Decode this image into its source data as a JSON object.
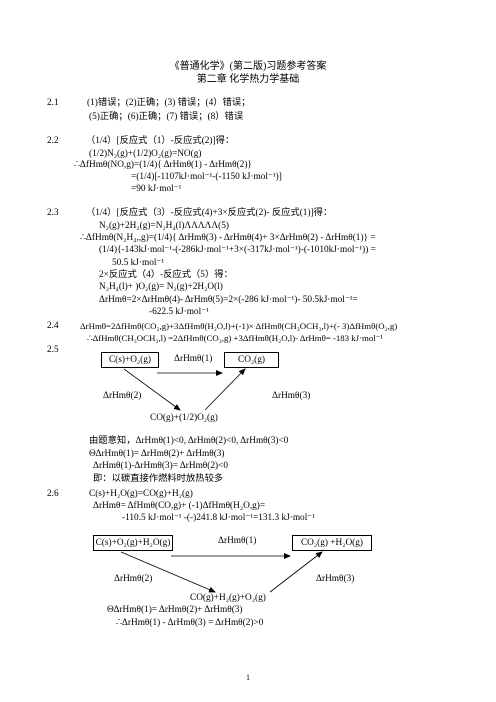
{
  "header": {
    "title": "《普通化学》(第二版)习题参考答案",
    "subtitle": "第二章    化学热力学基础"
  },
  "p21": {
    "num": "2.1",
    "l1": "(1)错误；(2)正确；(3) 错误；(4）错误；",
    "l2": "(5)正确；(6)正确；(7) 错误；(8）错误"
  },
  "p22": {
    "num": "2.2",
    "l1": "（1/4）[反应式（1）-反应式(2)]得：",
    "l2": "(1/2)N₂(g)+(1/2)O₂(g)=NO(g)",
    "l3": "∴ΔfHmθ(NO,g)=(1/4){ ΔrHmθ(1) - ΔrHmθ(2)}",
    "l4": "=(1/4)[-1107kJ·mol⁻¹-(-1150 kJ·mol⁻¹)]",
    "l5": "=90 kJ·mol⁻¹"
  },
  "p23": {
    "num": "2.3",
    "l1": "（1/4）[反应式（3）-反应式(4)+3×反应式(2)- 反应式(1)]得：",
    "l2": "N₂(g)+2H₂(g)=N₂H₄(l)ΛΛΛΛΛ(5)",
    "l3": "∴ΔfHmθ(N₂H₄,,g)=(1/4){ ΔrHmθ(3) - ΔrHmθ(4)+ 3×ΔrHmθ(2) - ΔrHmθ(1)} =",
    "l4": "(1/4){-143kJ·mol⁻¹-(-286kJ·mol⁻¹+3×(-317kJ·mol⁻¹)-(-1010kJ·mol⁻¹)) =",
    "l5": "50.5 kJ·mol⁻¹",
    "l6": "2×反应式（4）-反应式（5）得：",
    "l7": "N₂H₄(l)+ )O₂(g)= N₂(g)+2H₂O(l)",
    "l8": "ΔrHmθ=2×ΔrHmθ(4)- ΔrHmθ(5)=2×(-286 kJ·mol⁻¹)- 50.5kJ·mol⁻¹=",
    "l9": "-622.5 kJ·mol⁻¹"
  },
  "p24": {
    "num": "2.4",
    "l1": "ΔrHmθ=2ΔfHmθ(CO₂,g)+3ΔfHmθ(H₂O,l)+(-1)× ΔfHmθ(CH₃OCH₃,l)+(- 3)ΔfHmθ(O₂,g)",
    "l2": "∴ΔfHmθ(CH₃OCH₃,l) =2ΔfHmθ(CO₂,g) +3ΔfHmθ(H₂O,l)- ΔrHmθ= -183 kJ·mol⁻¹"
  },
  "p25": {
    "num": "2.5",
    "box_left": "C(s)+O₂(g)",
    "box_right": "CO₂(g)",
    "top_label": "ΔrHmθ(1)",
    "left_label": "ΔrHmθ(2)",
    "right_label": "ΔrHmθ(3)",
    "bottom": "CO(g)+(1/2)O₂(g)",
    "l1": "由题意知，ΔrHmθ(1)<0,        ΔrHmθ(2)<0,     ΔrHmθ(3)<0",
    "l2": "ΘΔrHmθ(1)= ΔrHmθ(2)+ ΔrHmθ(3)",
    "l3": "ΔrHmθ(1)-ΔrHmθ(3)= ΔrHmθ(2)<0",
    "l4": "即：以碳直接作燃料时放热较多"
  },
  "p26": {
    "num": "2.6",
    "l1": "C(s)+H₂O(g)=CO(g)+H₂(g)",
    "l2": "ΔrHmθ= ΔfHmθ(CO,g)+ (-1)ΔfHmθ(H₂O,g)=",
    "l3": "-110.5 kJ·mol⁻¹   -(-)241.8 kJ·mol⁻¹=131.3 kJ·mol⁻¹",
    "box_left": "C(s)+O₂(g)+H₂O(g)",
    "box_right": "CO₂(g) +H₂O(g)",
    "top_label": "ΔrHmθ(1)",
    "left_label": "ΔrHmθ(2)",
    "right_label": "ΔrHmθ(3)",
    "bottom": "CO(g)+H₂(g)+O₂(g)",
    "l4": "ΘΔrHmθ(1)= ΔrHmθ(2)+ ΔrHmθ(3)",
    "l5": "∴ΔrHmθ(1) - ΔrHmθ(3) = ΔrHmθ(2)>0"
  },
  "footer": {
    "page": "1"
  }
}
